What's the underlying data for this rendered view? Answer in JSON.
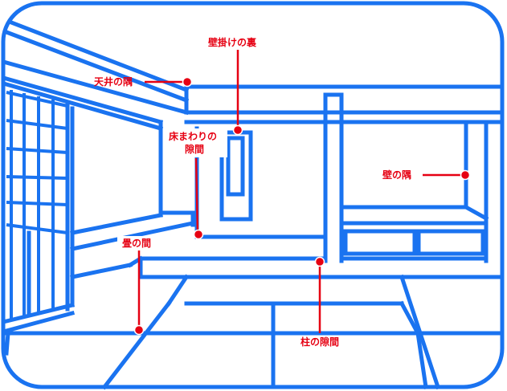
{
  "colors": {
    "line": "#1a73f0",
    "label": "#e60012",
    "background": "#ffffff"
  },
  "labels": {
    "kabekake_ura": "壁掛けの裏",
    "tenjou_sumi": "天井の隅",
    "yukamawari_line1": "床まわりの",
    "yukamawari_line2": "隙間",
    "kabe_sumi": "壁の隅",
    "tatami_aida": "畳の間",
    "hashira_sukima": "柱の隙間"
  }
}
